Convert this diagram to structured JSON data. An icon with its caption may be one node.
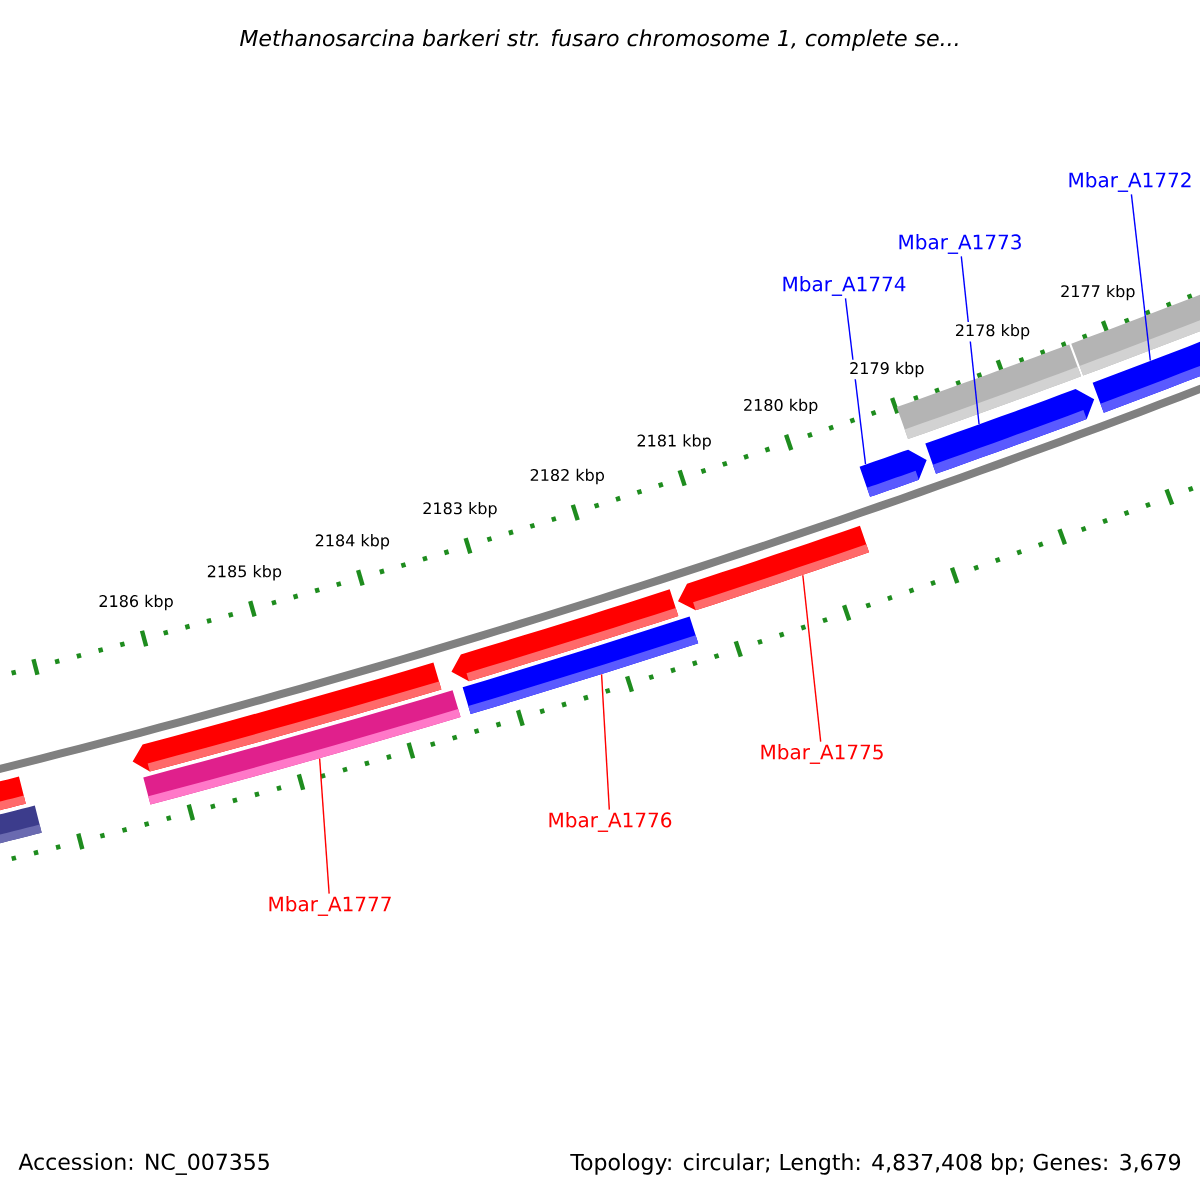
{
  "diagram": {
    "title": "Methanosarcina barkeri str. fusaro chromosome 1, complete se...",
    "nodes": [
      {
        "text": [
          "Mbar_A1772"
        ]
      },
      {
        "text": [
          "Mbar_A1773"
        ]
      },
      {
        "text": [
          "Mbar_A1774"
        ]
      },
      {
        "text": [
          "Mbar_A1775"
        ]
      },
      {
        "text": [
          "Mbar_A1776"
        ]
      },
      {
        "text": [
          "Mbar_A1777"
        ]
      },
      {
        "text": [],
        "shape": "bar"
      },
      {
        "text": [],
        "shape": "bar"
      },
      {
        "text": [],
        "shape": "bar"
      },
      {
        "text": [],
        "shape": "bar"
      },
      {
        "text": [],
        "shape": "bar"
      },
      {
        "text": [],
        "shape": "bar"
      },
      {
        "text": [],
        "shape": "bar"
      },
      {
        "text": [],
        "shape": "bar"
      },
      {
        "text": [],
        "shape": "bar"
      },
      {
        "text": [],
        "shape": "bar"
      },
      {
        "text": [],
        "shape": "bar"
      },
      {
        "text": [],
        "shape": "bar"
      }
    ],
    "edges": [
      {
        "from": 0,
        "to": 10,
        "arrow": "none",
        "color": "#0000ff"
      },
      {
        "from": 1,
        "to": 9,
        "arrow": "none",
        "color": "#0000ff"
      },
      {
        "from": 2,
        "to": 8,
        "arrow": "none",
        "color": "#0000ff"
      },
      {
        "from": 3,
        "to": 14,
        "arrow": "none",
        "color": "#ff0000"
      },
      {
        "from": 4,
        "to": 17,
        "arrow": "none",
        "color": "#ff0000"
      },
      {
        "from": 5,
        "to": 16,
        "arrow": "none",
        "color": "#ff0000"
      }
    ],
    "labels": [
      "2177 kbp",
      "2178 kbp",
      "2179 kbp",
      "2180 kbp",
      "2181 kbp",
      "2182 kbp",
      "2183 kbp",
      "2184 kbp",
      "2185 kbp",
      "2186 kbp",
      "Accession: NC_007355",
      "Topology: circular; Length: 4,837,408 bp; Genes: 3,679"
    ]
  }
}
